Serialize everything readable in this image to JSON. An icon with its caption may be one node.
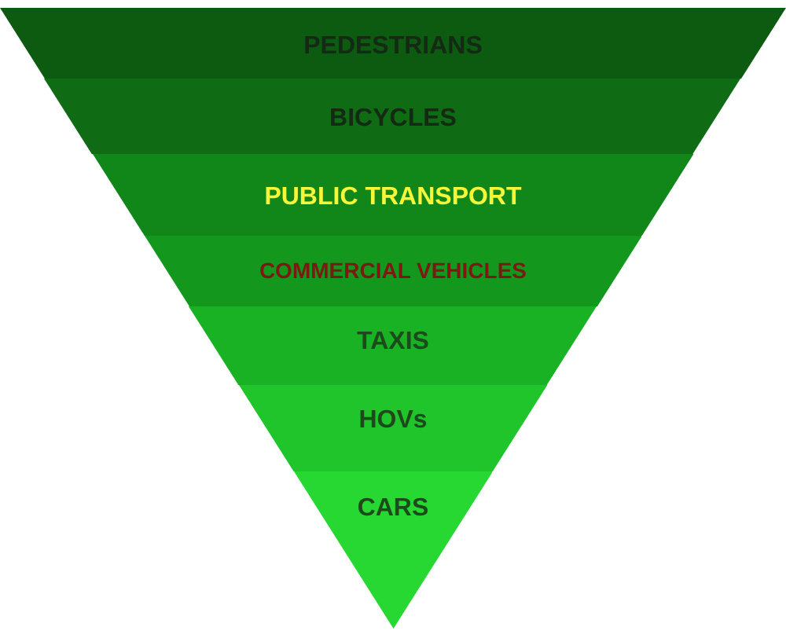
{
  "diagram": {
    "nodes": [
      {
        "text": [
          "PEDESTRIANS"
        ]
      },
      {
        "text": [
          "BICYCLES"
        ]
      },
      {
        "text": [
          "PUBLIC TRANSPORT"
        ]
      },
      {
        "text": [
          "COMMERCIAL VEHICLES"
        ]
      },
      {
        "text": [
          "TAXIS"
        ]
      },
      {
        "text": [
          "HOVs"
        ]
      },
      {
        "text": [
          "CARS"
        ]
      }
    ]
  }
}
